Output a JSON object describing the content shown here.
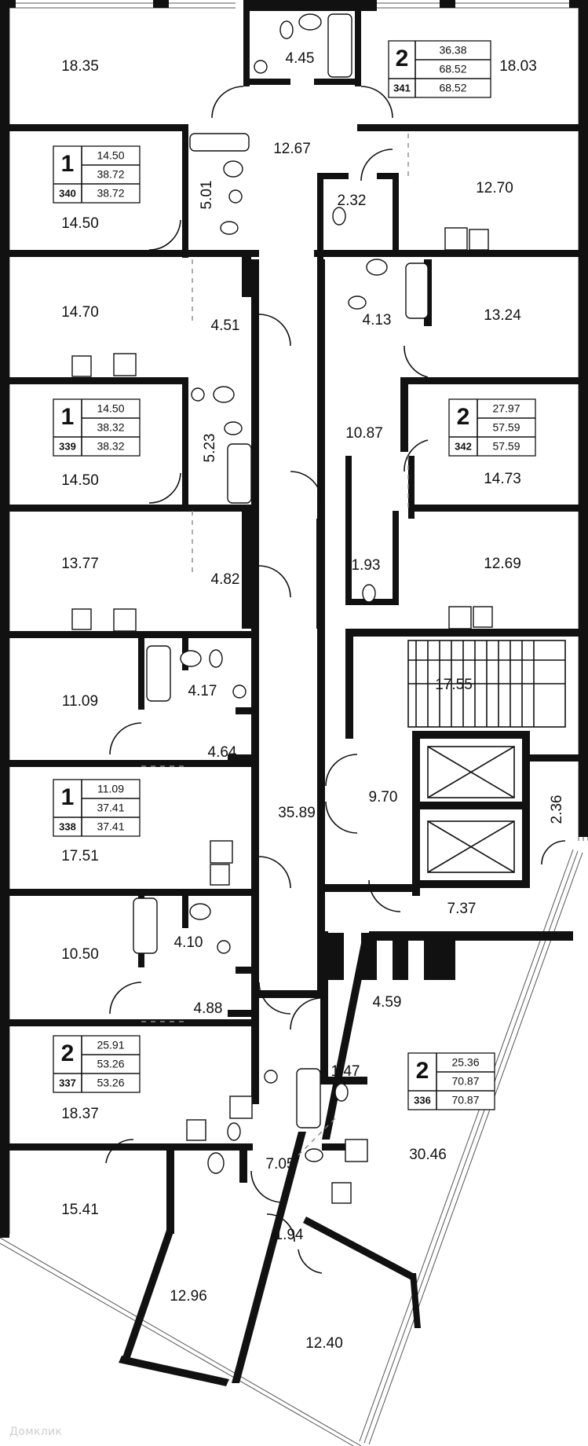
{
  "watermark": "Домклик",
  "rooms": {
    "r1835": "18.35",
    "r445": "4.45",
    "r1803": "18.03",
    "r1267": "12.67",
    "r1450a": "14.50",
    "r501": "5.01",
    "r232": "2.32",
    "r1270": "12.70",
    "r1470": "14.70",
    "r451": "4.51",
    "r413": "4.13",
    "r1324": "13.24",
    "r1450b": "14.50",
    "r523": "5.23",
    "r1087": "10.87",
    "r1473": "14.73",
    "r1377": "13.77",
    "r482": "4.82",
    "r193": "1.93",
    "r1269": "12.69",
    "r1109": "11.09",
    "r417": "4.17",
    "r1755": "17.55",
    "r464": "4.64",
    "r3589": "35.89",
    "r970": "9.70",
    "r236": "2.36",
    "r1751": "17.51",
    "r737": "7.37",
    "r1050": "10.50",
    "r410": "4.10",
    "r488": "4.88",
    "r459": "4.59",
    "r147": "1.47",
    "r1837": "18.37",
    "r3046": "30.46",
    "r705": "7.05",
    "r1541": "15.41",
    "r194": "1.94",
    "r1296": "12.96",
    "r1240": "12.40"
  },
  "apartments": [
    {
      "rooms": "2",
      "number": "341",
      "living": "36.38",
      "total": "68.52",
      "total2": "68.52"
    },
    {
      "rooms": "1",
      "number": "340",
      "living": "14.50",
      "total": "38.72",
      "total2": "38.72"
    },
    {
      "rooms": "1",
      "number": "339",
      "living": "14.50",
      "total": "38.32",
      "total2": "38.32"
    },
    {
      "rooms": "2",
      "number": "342",
      "living": "27.97",
      "total": "57.59",
      "total2": "57.59"
    },
    {
      "rooms": "1",
      "number": "338",
      "living": "11.09",
      "total": "37.41",
      "total2": "37.41"
    },
    {
      "rooms": "2",
      "number": "337",
      "living": "25.91",
      "total": "53.26",
      "total2": "53.26"
    },
    {
      "rooms": "2",
      "number": "336",
      "living": "25.36",
      "total": "70.87",
      "total2": "70.87"
    }
  ]
}
